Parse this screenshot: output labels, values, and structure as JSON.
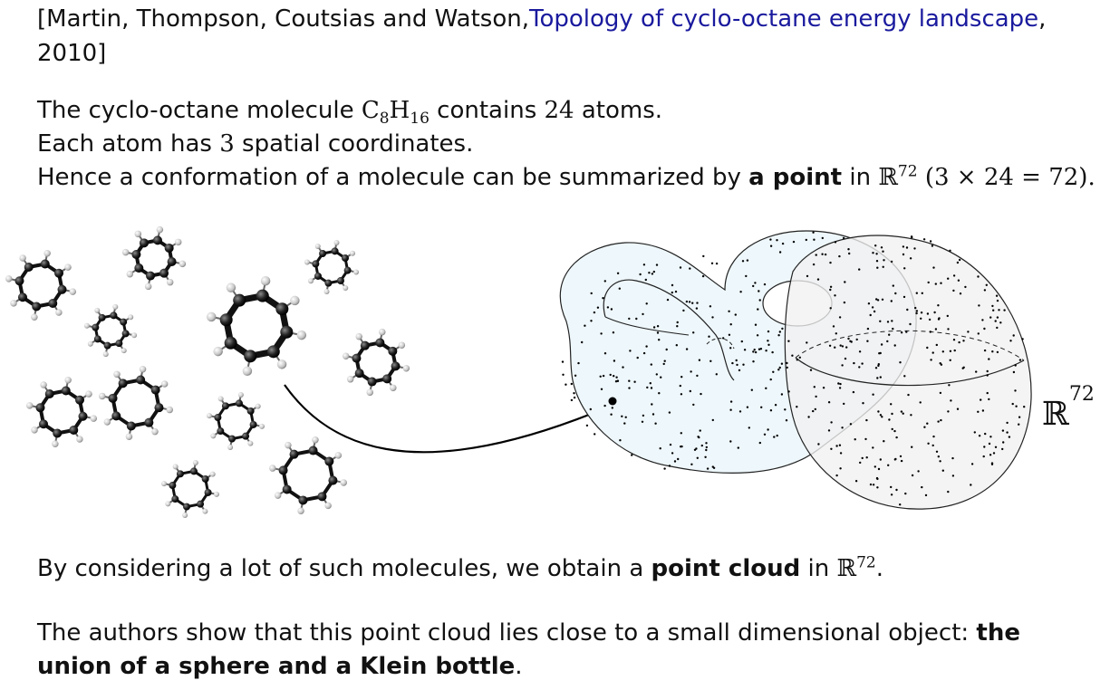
{
  "citation": {
    "authors": "[Martin, Thompson, Coutsias and Watson,",
    "title": "Topology of cyclo-octane energy landscape",
    "comma": ",",
    "year": "2010]"
  },
  "intro": {
    "l1_a": "The cyclo-octane molecule ",
    "l1_formula_c": "C",
    "l1_formula_c_sub": "8",
    "l1_formula_h": "H",
    "l1_formula_h_sub": "16",
    "l1_b": " contains ",
    "l1_n": "24",
    "l1_c": " atoms.",
    "l2_a": "Each atom has ",
    "l2_n": "3",
    "l2_b": " spatial coordinates.",
    "l3_a": "Hence a conformation of a molecule can be summarized by ",
    "l3_bold": "a point",
    "l3_b": " in ",
    "l3_space": "ℝ",
    "l3_dim": "72",
    "l3_eq": " (3 × 24 = 72)."
  },
  "figure": {
    "space_symbol": "ℝ",
    "space_dim": "72"
  },
  "conclusion": {
    "p1_a": "By considering a lot of such molecules, we obtain a ",
    "p1_bold": "point cloud",
    "p1_b": " in ",
    "p1_space": "ℝ",
    "p1_dim": "72",
    "p1_end": ".",
    "p2_l1_a": "The authors show that this point cloud lies close to a small dimensional object: ",
    "p2_l1_bold": "the",
    "p2_l2_bold": "union of a sphere and a Klein bottle",
    "p2_l2_end": "."
  }
}
